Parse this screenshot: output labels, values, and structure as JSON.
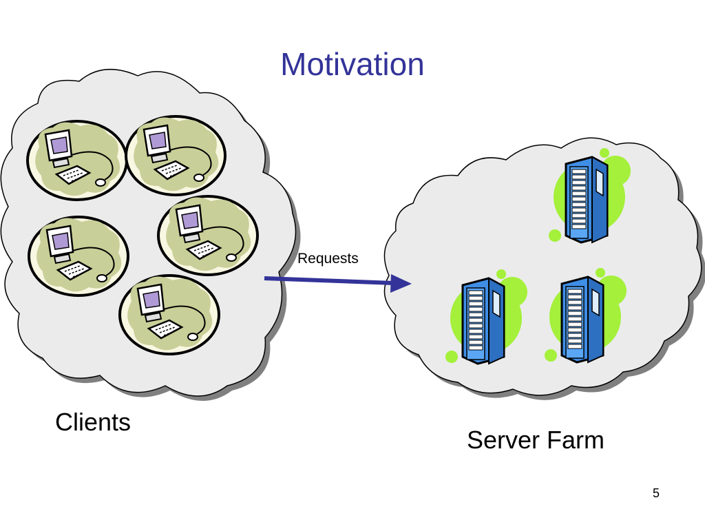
{
  "slide": {
    "title": "Motivation",
    "page_number": "5"
  },
  "clients": {
    "label": "Clients",
    "icon": "computer-workstation-icon",
    "count": 5
  },
  "server_farm": {
    "label": "Server Farm",
    "icon": "server-tower-icon",
    "count": 3
  },
  "connection": {
    "label": "Requests",
    "from": "Clients",
    "to": "Server Farm"
  },
  "colors": {
    "title": "#333399",
    "cloud_fill": "#ebebeb",
    "cloud_shadow": "#808080",
    "client_blob": "#c9cf98",
    "client_bubble": "#f8f7e2",
    "monitor_screen": "#b09ad6",
    "server_halo": "#a4f03a",
    "server_body": "#3f8ee6",
    "arrow": "#333399"
  }
}
